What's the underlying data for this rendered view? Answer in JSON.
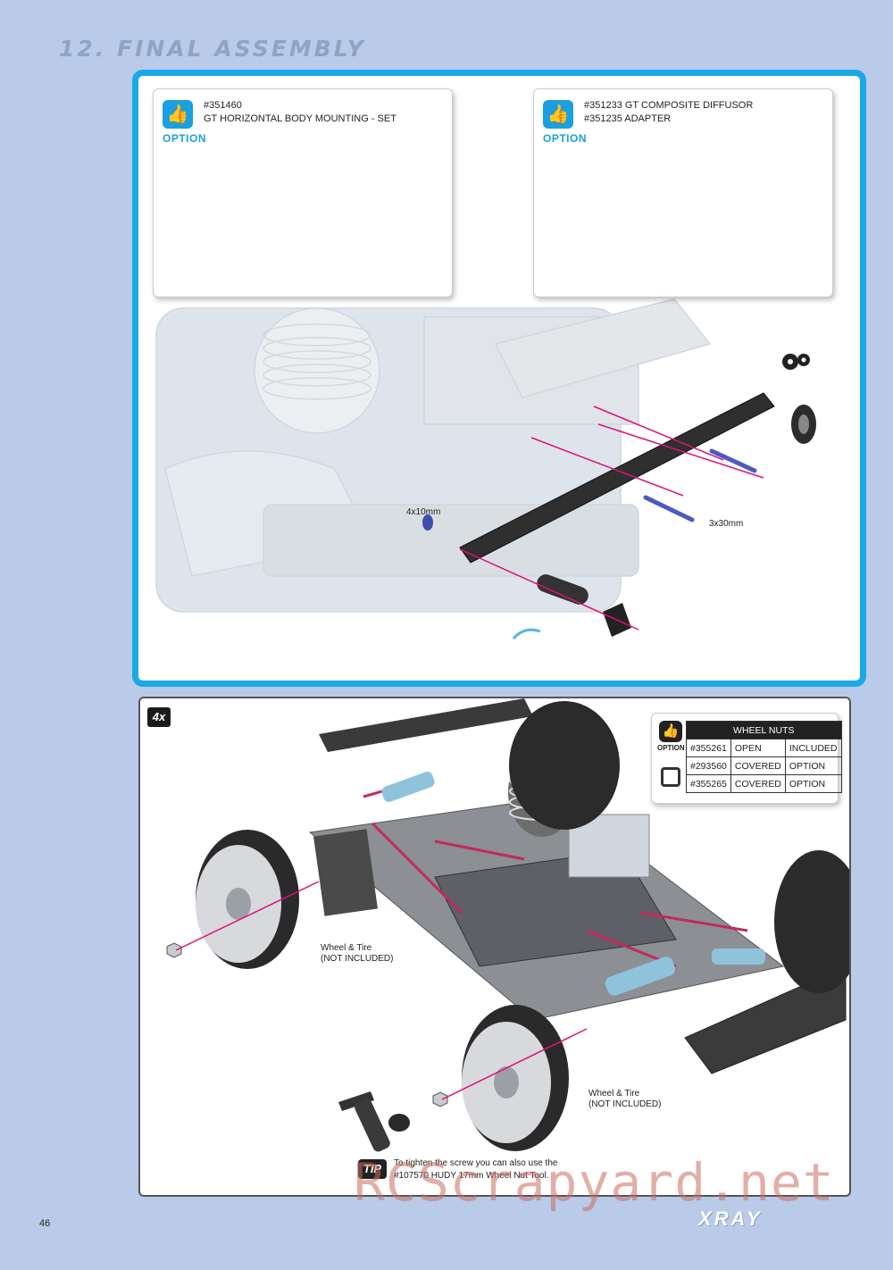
{
  "section_title": "12. FINAL ASSEMBLY",
  "option_box_1": {
    "label": "OPTION",
    "part_line1": "#351460",
    "part_line2": "GT HORIZONTAL BODY MOUNTING - SET"
  },
  "option_box_2": {
    "label": "OPTION",
    "part_line1": "#351233 GT COMPOSITE DIFFUSOR",
    "part_line2": "#351235 ADAPTER"
  },
  "callouts": {
    "screw_short": "4x10mm",
    "screw_long": "3x30mm",
    "wheel_tire_1": "Wheel & Tire",
    "wheel_tire_1b": "(NOT INCLUDED)",
    "wheel_tire_2": "Wheel & Tire",
    "wheel_tire_2b": "(NOT INCLUDED)"
  },
  "quantity_badge": "4x",
  "wheel_nuts_table": {
    "title": "WHEEL NUTS",
    "option_label": "OPTION",
    "rows": [
      {
        "part": "#355261",
        "type": "OPEN",
        "status": "INCLUDED"
      },
      {
        "part": "#293560",
        "type": "COVERED",
        "status": "OPTION"
      },
      {
        "part": "#355265",
        "type": "COVERED",
        "status": "OPTION"
      }
    ]
  },
  "tip": {
    "badge": "TIP",
    "line1": "To tighten the screw you can also use the",
    "line2": "#107570 HUDY 17mm Wheel Nut Tool."
  },
  "page_number": "46",
  "brand": "XRAY",
  "watermark": "RCScrapyard.net",
  "colors": {
    "background": "#b9cbe8",
    "panel_border": "#1aa9e6",
    "option_blue": "#1a9fe0",
    "arrow_magenta": "#e0107a"
  }
}
